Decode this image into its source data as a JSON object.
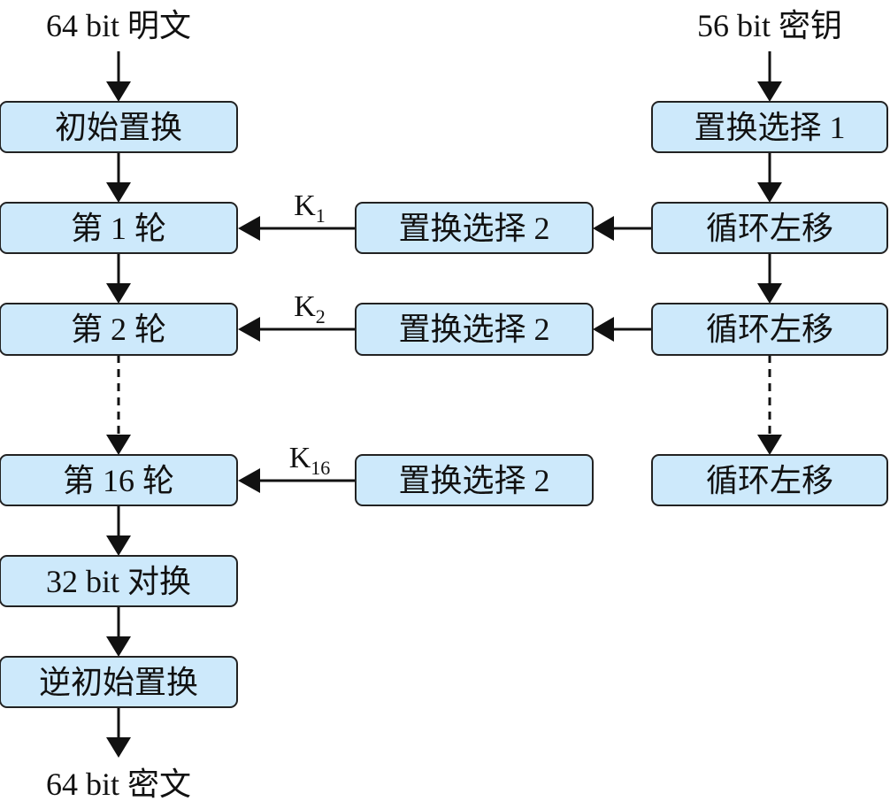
{
  "io": {
    "plaintext_in": "64 bit 明文",
    "key_in": "56 bit 密钥",
    "ciphertext_out": "64 bit 密文"
  },
  "data_path": {
    "initial_permutation": "初始置换",
    "round_1": "第 1 轮",
    "round_2": "第 2 轮",
    "round_16": "第 16 轮",
    "swap_32bit": "32 bit 对换",
    "inverse_initial_permutation": "逆初始置换"
  },
  "key_path": {
    "permuted_choice_1": "置换选择 1",
    "left_shift_1": "循环左移",
    "left_shift_2": "循环左移",
    "left_shift_16": "循环左移",
    "permuted_choice_2_k1": "置换选择 2",
    "permuted_choice_2_k2": "置换选择 2",
    "permuted_choice_2_k16": "置换选择 2"
  },
  "subkeys": {
    "k1": {
      "base": "K",
      "sub": "1"
    },
    "k2": {
      "base": "K",
      "sub": "2"
    },
    "k16": {
      "base": "K",
      "sub": "16"
    }
  },
  "colors": {
    "box_fill": "#cde9fb",
    "stroke": "#111111"
  }
}
